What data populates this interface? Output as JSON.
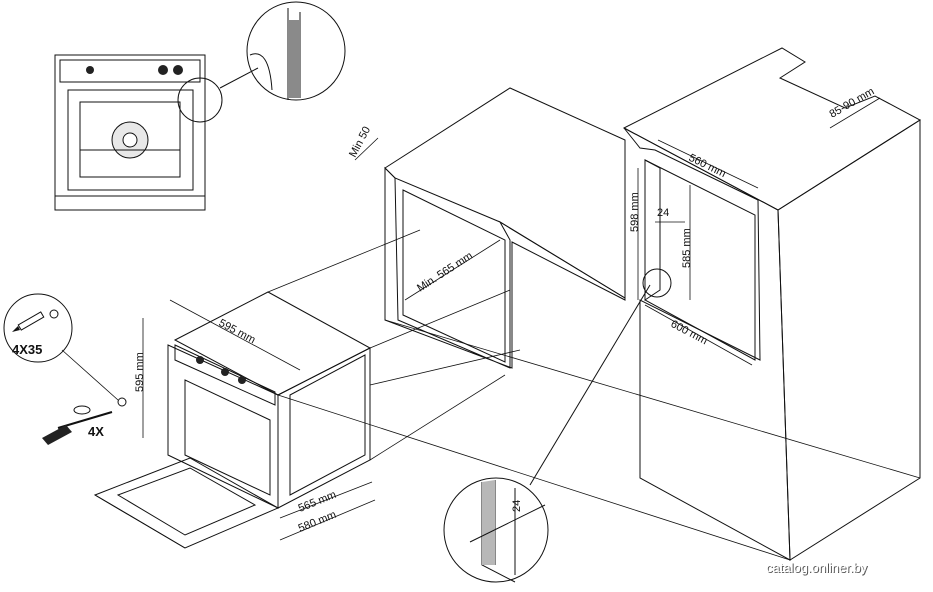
{
  "colors": {
    "cabinet_top": "#b8b8b8",
    "cabinet_front": "#d6d6d6",
    "cabinet_side": "#c9c9c9",
    "niche": "#9a9a9a",
    "oven_body": "#cfcfcf",
    "oven_glass": "#5a5a5a",
    "watermark_shadow": "#555555"
  },
  "icons": {
    "screw": "screw-icon",
    "screwdriver": "screwdriver-icon"
  },
  "labels": {
    "min_50": "Min 50",
    "min_565": "Min. 565 mm",
    "depth_560": "560 mm",
    "gap_85_90": "85-90 mm",
    "height_598": "598 mm",
    "height_585": "585 mm",
    "depth_24": "24",
    "width_600": "600 mm",
    "oven_width_595": "595 mm",
    "oven_height_595": "595 mm",
    "oven_depth_565": "565 mm",
    "oven_depth_580": "580 mm",
    "screws_size": "4X35",
    "screws_count": "4X",
    "detail_24": "24"
  },
  "watermark": "catalog.onliner.by"
}
